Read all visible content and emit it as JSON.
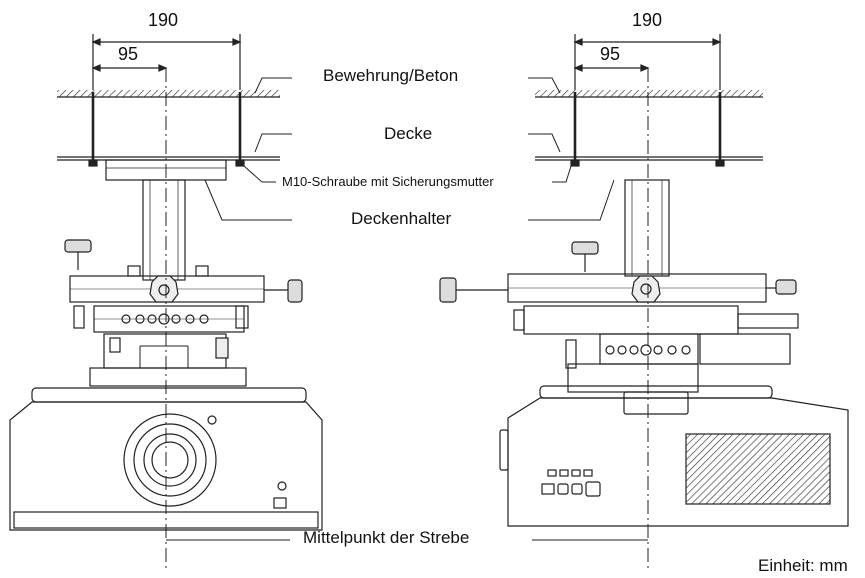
{
  "dimensions": {
    "left_outer": "190",
    "left_inner": "95",
    "right_outer": "190",
    "right_inner": "95"
  },
  "callouts": {
    "reinforcement": "Bewehrung/Beton",
    "ceiling": "Decke",
    "bolt": "M10-Schraube mit Sicherungsmutter",
    "bracket": "Deckenhalter",
    "center": "Mittelpunkt der Strebe"
  },
  "unit_label": "Einheit: mm"
}
